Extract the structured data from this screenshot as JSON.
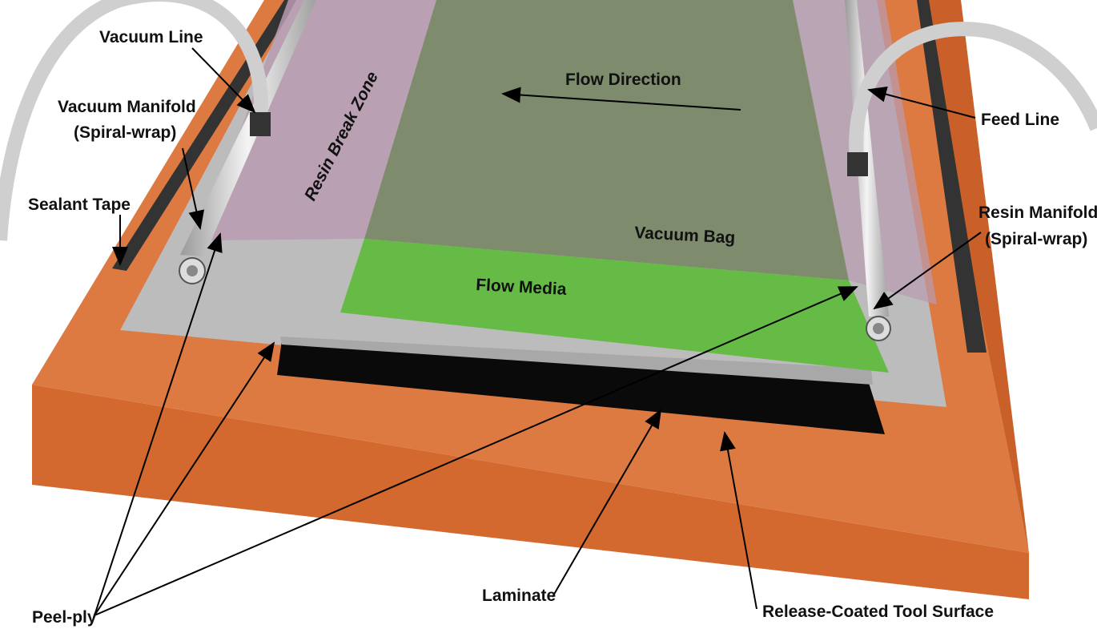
{
  "labels": {
    "vacuum_line": "Vacuum Line",
    "vacuum_manifold_1": "Vacuum Manifold",
    "vacuum_manifold_2": "(Spiral-wrap)",
    "sealant_tape": "Sealant Tape",
    "resin_break_zone": "Resin Break Zone",
    "flow_direction": "Flow Direction",
    "feed_line": "Feed Line",
    "resin_manifold_1": "Resin Manifold",
    "resin_manifold_2": "(Spiral-wrap)",
    "vacuum_bag": "Vacuum Bag",
    "flow_media": "Flow Media",
    "peel_ply": "Peel-ply",
    "laminate": "Laminate",
    "tool_surface": "Release-Coated Tool Surface"
  },
  "colors": {
    "tool": "#d9723a",
    "tool_front": "#d4692f",
    "peel_ply": "#b8b8b8",
    "bag_purple": "#b79aae",
    "bag_main": "#7e8b6c",
    "flow_media": "#66bb46",
    "laminate": "#0a0a0a",
    "tube": "#e4e4e4"
  }
}
